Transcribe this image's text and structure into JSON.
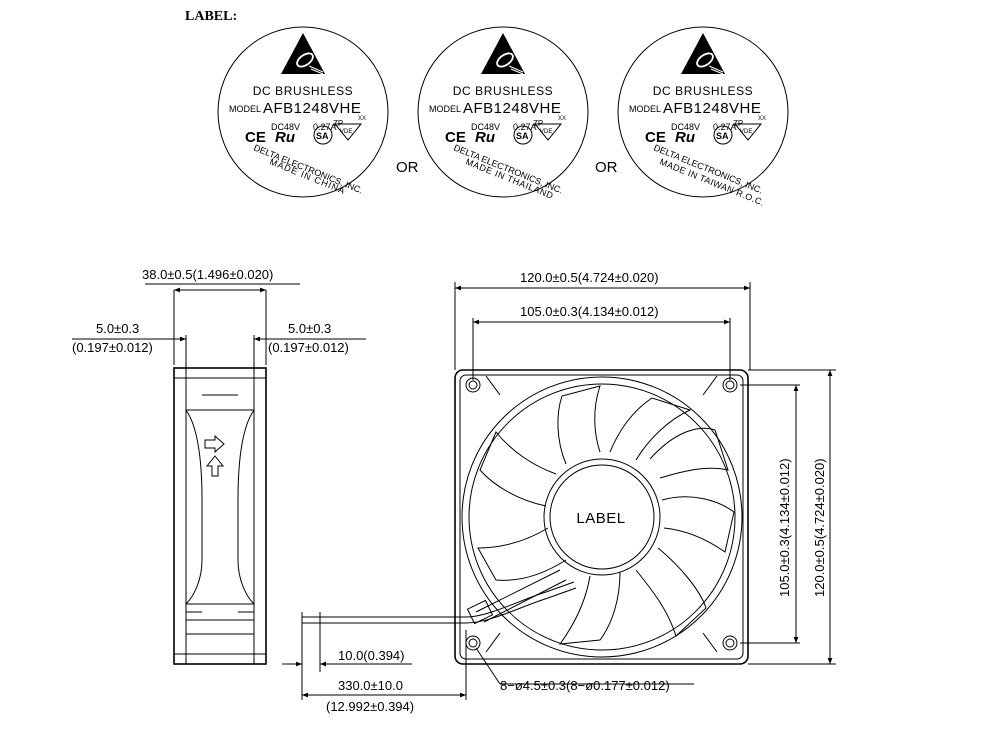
{
  "header": {
    "title": "LABEL:"
  },
  "labels": {
    "line1": "DC BRUSHLESS",
    "model_prefix": "MODEL",
    "model": "AFB1248VHE",
    "voltage": "DC48V",
    "current": "0.27A",
    "marks": {
      "ce": "CE",
      "ru": "Ru",
      "csa": "SA",
      "zp": "ZP",
      "vde": "VDE",
      "xx": "XX"
    },
    "maker": "DELTA ELECTRONICS, INC.",
    "origins": [
      "MADE IN CHINA",
      "MADE IN THAILAND",
      "MADE IN TAIWAN R.O.C."
    ],
    "separator": "OR"
  },
  "side_view": {
    "depth": "38.0±0.5(1.496±0.020)",
    "flange_left": "5.0±0.3",
    "flange_left_in": "(0.197±0.012)",
    "flange_right": "5.0±0.3",
    "flange_right_in": "(0.197±0.012)"
  },
  "front_view": {
    "width_overall": "120.0±0.5(4.724±0.020)",
    "hole_spacing": "105.0±0.3(4.134±0.012)",
    "height_hole_spacing": "105.0±0.3(4.134±0.012)",
    "height_overall": "120.0±0.5(4.724±0.020)",
    "hub_label": "LABEL",
    "holes": "8−ø4.5±0.3(8−ø0.177±0.012)"
  },
  "wire": {
    "strip": "10.0(0.394)",
    "length": "330.0±10.0",
    "length_in": "(12.992±0.394)"
  }
}
